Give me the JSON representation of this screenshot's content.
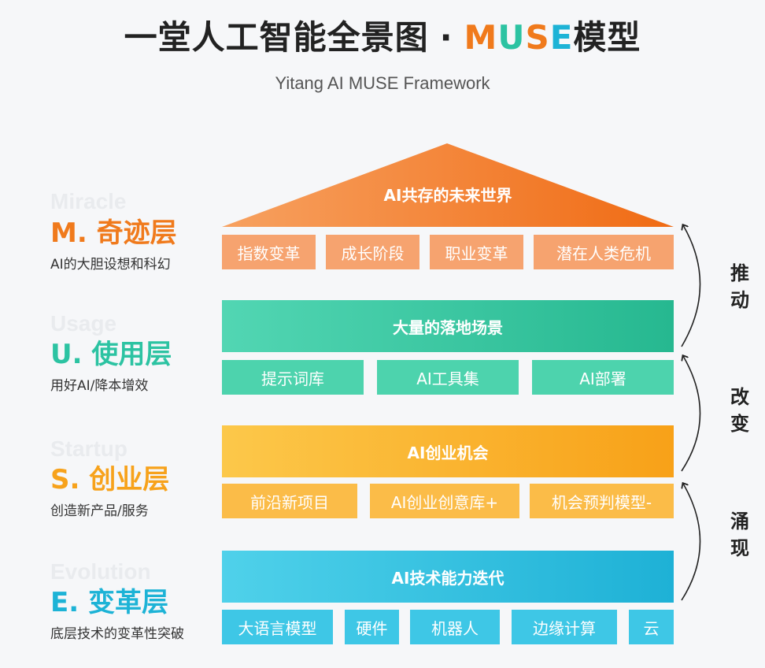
{
  "title": {
    "main": "一堂人工智能全景图",
    "dot": "·",
    "muse": [
      "M",
      "U",
      "S",
      "E"
    ],
    "tail": "模型"
  },
  "subtitle": "Yitang AI MUSE Framework",
  "layers": {
    "m": {
      "ghost": "Miracle",
      "title": "M. 奇迹层",
      "desc": "AI的大胆设想和科幻",
      "color": "#f07a1c",
      "bar": "AI共存的未来世界",
      "boxes": [
        "指数变革",
        "成长阶段",
        "职业变革",
        "潜在人类危机"
      ]
    },
    "u": {
      "ghost": "Usage",
      "title": "U. 使用层",
      "desc": "用好AI/降本增效",
      "color": "#2cc3a2",
      "bar": "大量的落地场景",
      "boxes": [
        "提示词库",
        "AI工具集",
        "AI部署"
      ]
    },
    "s": {
      "ghost": "Startup",
      "title": "S. 创业层",
      "desc": "创造新产品/服务",
      "color": "#f7a21b",
      "bar": "AI创业机会",
      "boxes": [
        "前沿新项目",
        "AI创业创意库+",
        "机会预判模型-"
      ]
    },
    "e": {
      "ghost": "Evolution",
      "title": "E. 变革层",
      "desc": "底层技术的变革性突破",
      "color": "#1db3d6",
      "bar": "AI技术能力迭代",
      "boxes": [
        "大语言模型",
        "硬件",
        "机器人",
        "边缘计算",
        "云"
      ]
    }
  },
  "side_labels": {
    "push": [
      "推",
      "动"
    ],
    "change": [
      "改",
      "变"
    ],
    "emerge": [
      "涌",
      "现"
    ]
  }
}
